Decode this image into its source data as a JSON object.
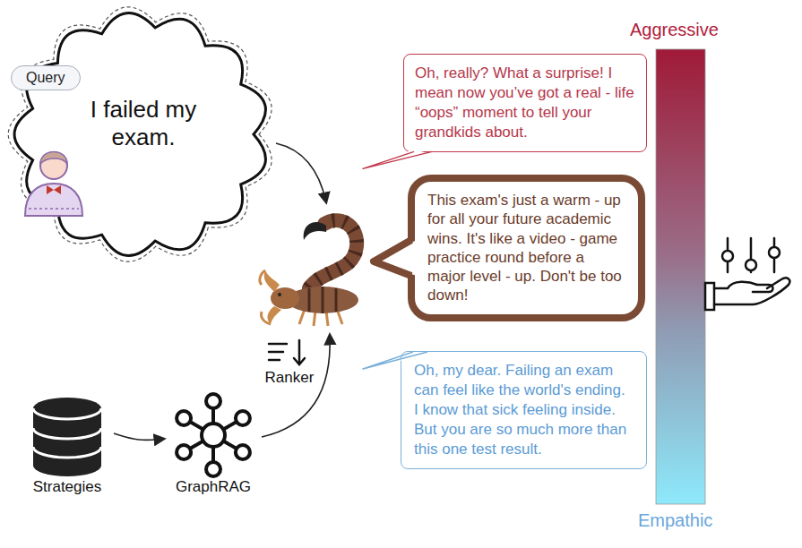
{
  "diagram": {
    "nodes": [
      {
        "text": [
          "I failed my exam."
        ]
      },
      {
        "text": [
          "Query"
        ],
        "in": 0
      },
      {
        "text": [
          "Oh, really? What a surprise! I mean now you’ve got a real - life “oops” moment to tell your grandkids about."
        ]
      },
      {
        "text": [
          "This exam's just a warm - up for all your future academic wins. It's like a video - game practice round before a major level - up. Don't be too down!"
        ]
      },
      {
        "text": [
          "Oh, my dear. Failing an exam can feel like the world's ending. I know that sick feeling inside. But you are so much more than this one test result."
        ]
      },
      {
        "text": [
          "Strategies"
        ]
      },
      {
        "text": [
          "GraphRAG"
        ]
      },
      {
        "text": [
          "Ranker"
        ]
      }
    ],
    "edges": [
      {
        "from": 5,
        "to": 6,
        "arrow": "to"
      }
    ],
    "labels": [
      "Aggressive",
      "Empathic"
    ]
  }
}
